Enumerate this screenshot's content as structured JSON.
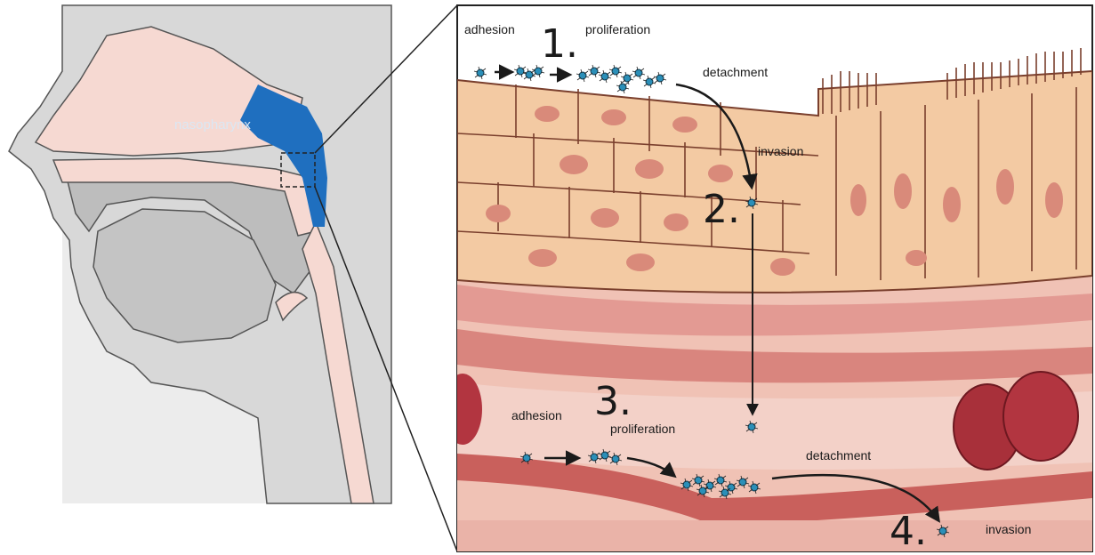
{
  "head_panel": {
    "region_label": "nasopharynx",
    "colors": {
      "region": "#1f6fbf",
      "soft_tissue": "#f6d9d2",
      "cavity": "#c9c9c9",
      "face": "#dedede"
    }
  },
  "detail_panel": {
    "top_labels": {
      "adhesion": "adhesion",
      "proliferation": "proliferation",
      "detachment": "detachment",
      "invasion": "invasion"
    },
    "bottom_labels": {
      "adhesion": "adhesion",
      "proliferation": "proliferation",
      "detachment": "detachment",
      "invasion": "invasion"
    },
    "steps": [
      "1.",
      "2.",
      "3.",
      "4."
    ],
    "colors": {
      "epithelium": "#f3caa3",
      "nucleus": "#d98a7a",
      "tissue": "#e9a79f",
      "vessel": "#f0c2b5",
      "rbc": "#a8303a",
      "bacteria": "#2b8fb8"
    }
  }
}
